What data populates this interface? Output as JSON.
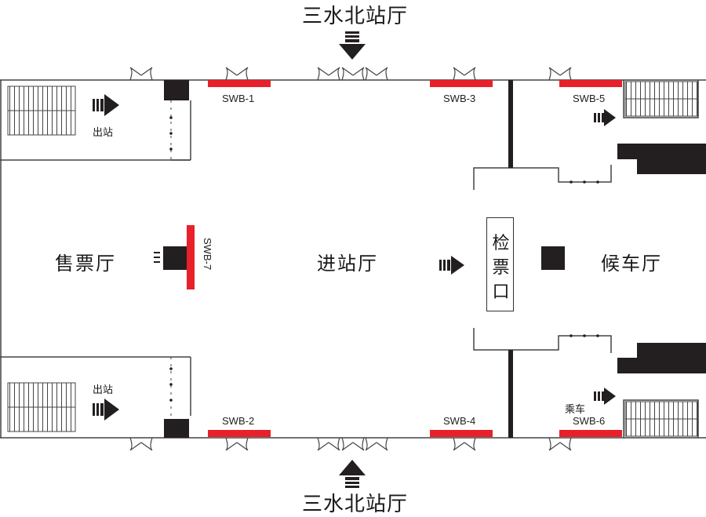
{
  "station_labels": {
    "top": "三水北站厅",
    "bottom": "三水北站厅"
  },
  "halls": {
    "ticket": "售票厅",
    "entry": "进站厅",
    "waiting": "候车厅"
  },
  "ticket_gate": {
    "chars": [
      "检",
      "票",
      "口"
    ]
  },
  "signs": {
    "exit_top": "出站",
    "exit_bottom": "出站",
    "board": "乘车"
  },
  "barriers": {
    "swb1": "SWB-1",
    "swb2": "SWB-2",
    "swb3": "SWB-3",
    "swb4": "SWB-4",
    "swb5": "SWB-5",
    "swb6": "SWB-6",
    "swb7": "SWB-7"
  },
  "colors": {
    "barrier": "#e8202a",
    "wall": "#231f20",
    "arrow": "#231f20"
  }
}
